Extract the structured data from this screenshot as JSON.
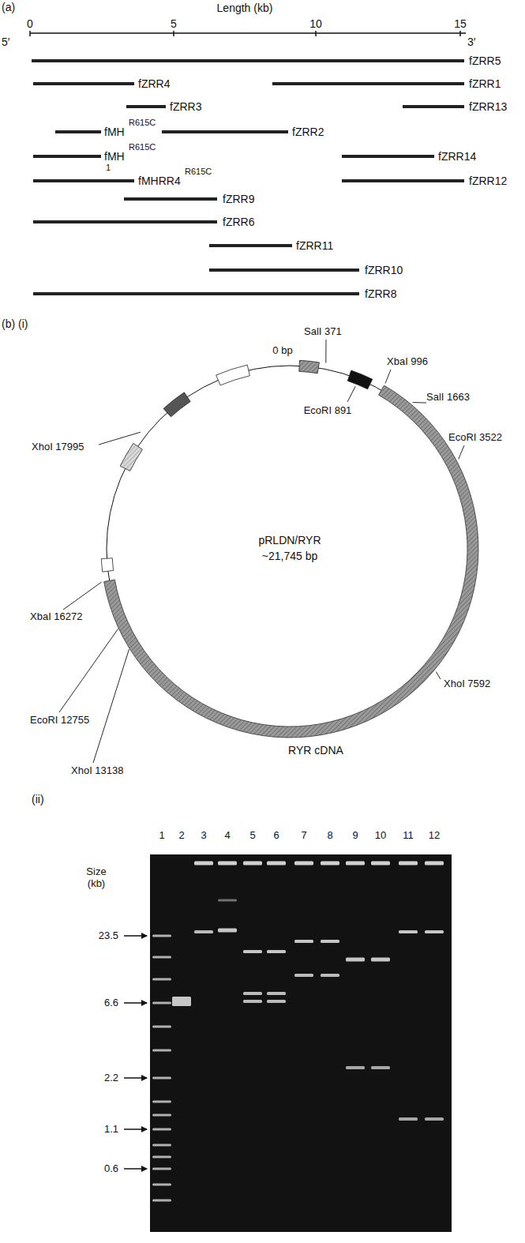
{
  "diagram": {
    "labels": [
      "(a)",
      "Length (kb)",
      "0",
      "5",
      "10",
      "15",
      "5′",
      "3′",
      "fZRR5",
      "fZRR4",
      "fZRR1",
      "fZRR3",
      "fZRR13",
      "R615C",
      "fMH",
      "fZRR2",
      "R615C",
      "fMH",
      "1",
      "fZRR14",
      "R615C",
      "fMHRR4",
      "fZRR12",
      "fZRR9",
      "fZRR6",
      "fZRR11",
      "fZRR10",
      "fZRR8",
      "(b) (i)",
      "SalI 371",
      "0 bp",
      "XbaI 996",
      "SalI 1663",
      "EcoRI 891",
      "EcoRI 3522",
      "XhoI 17995",
      "pRLDN/RYR",
      "~21,745 bp",
      "XbaI 16272",
      "EcoRI 12755",
      "XhoI 13138",
      "XhoI 7592",
      "RYR cDNA",
      "(ii)",
      "1",
      "2",
      "3",
      "4",
      "5",
      "6",
      "7",
      "8",
      "9",
      "10",
      "11",
      "12",
      "Size (kb)",
      "23.5",
      "6.6",
      "2.2",
      "1.1",
      "0.6"
    ]
  }
}
